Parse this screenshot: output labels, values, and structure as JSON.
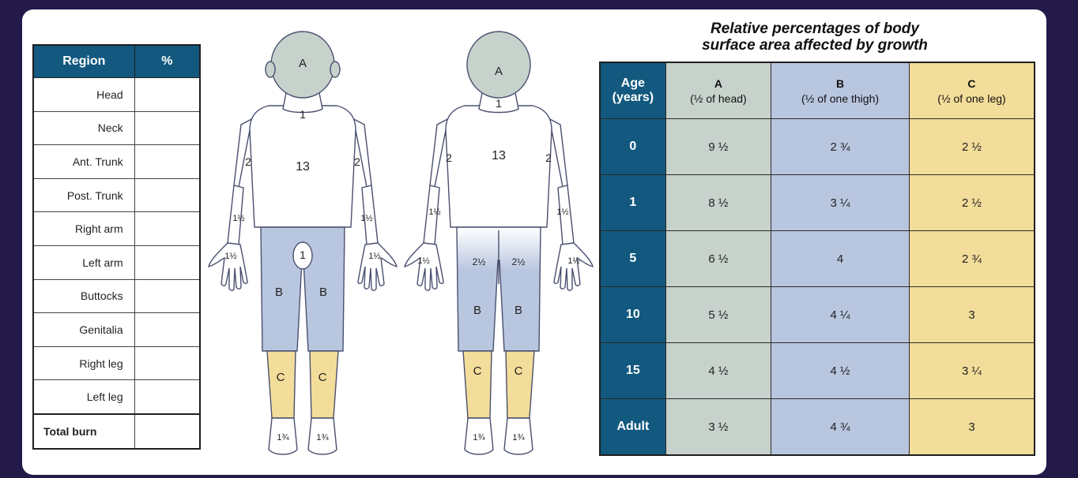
{
  "region_table": {
    "header_region": "Region",
    "header_percent": "%",
    "rows": [
      "Head",
      "Neck",
      "Ant. Trunk",
      "Post. Trunk",
      "Right arm",
      "Left arm",
      "Buttocks",
      "Genitalia",
      "Right leg",
      "Left leg"
    ],
    "total_label": "Total burn"
  },
  "front_figure": {
    "head": "A",
    "neck": "1",
    "trunk": "13",
    "upper_arm_left": "2",
    "upper_arm_right": "2",
    "forearm_left": "1½",
    "forearm_right": "1½",
    "hand_left": "1½",
    "hand_right": "1½",
    "genitalia": "1",
    "thigh_left": "B",
    "thigh_right": "B",
    "leg_left": "C",
    "leg_right": "C",
    "foot_left": "1¾",
    "foot_right": "1¾"
  },
  "back_figure": {
    "head": "A",
    "neck": "1",
    "trunk": "13",
    "upper_arm_left": "2",
    "upper_arm_right": "2",
    "forearm_left": "1½",
    "forearm_right": "1½",
    "hand_left": "1½",
    "hand_right": "1½",
    "buttock_left": "2½",
    "buttock_right": "2½",
    "thigh_left": "B",
    "thigh_right": "B",
    "leg_left": "C",
    "leg_right": "C",
    "foot_left": "1¾",
    "foot_right": "1¾"
  },
  "growth_title_line1": "Relative percentages of body",
  "growth_title_line2": "surface area affected by growth",
  "growth_table": {
    "age_header_line1": "Age",
    "age_header_line2": "(years)",
    "col_a_letter": "A",
    "col_a_sub": "(½ of head)",
    "col_b_letter": "B",
    "col_b_sub": "(½ of one thigh)",
    "col_c_letter": "C",
    "col_c_sub": "(½ of one leg)",
    "rows": [
      {
        "age": "0",
        "a": "9 ½",
        "b": "2 ¾",
        "c": "2 ½"
      },
      {
        "age": "1",
        "a": "8 ½",
        "b": "3 ¼",
        "c": "2 ½"
      },
      {
        "age": "5",
        "a": "6 ½",
        "b": "4",
        "c": "2 ¾"
      },
      {
        "age": "10",
        "a": "5 ½",
        "b": "4 ¼",
        "c": "3"
      },
      {
        "age": "15",
        "a": "4 ½",
        "b": "4 ½",
        "c": "3 ¼"
      },
      {
        "age": "Adult",
        "a": "3 ½",
        "b": "4 ¾",
        "c": "3"
      }
    ]
  },
  "colors": {
    "header_blue": "#12587f",
    "head_gray": "#c6d2cb",
    "thigh_blue": "#b9c6df",
    "leg_yellow": "#f3dd9a"
  }
}
